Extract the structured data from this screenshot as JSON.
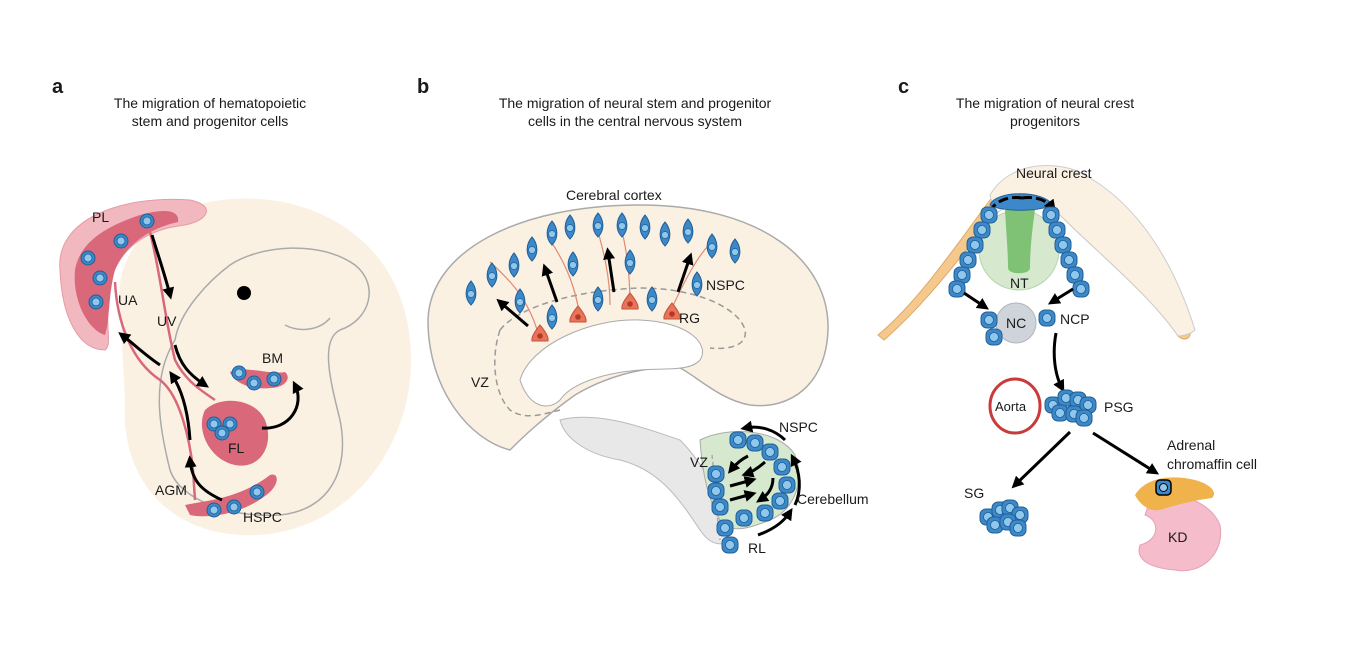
{
  "panels": [
    {
      "letter": "a",
      "title_line1": "The migration of hematopoietic",
      "title_line2": "stem and progenitor cells",
      "labels": {
        "pl": "PL",
        "ua": "UA",
        "uv": "UV",
        "bm": "BM",
        "fl": "FL",
        "agm": "AGM",
        "hspc": "HSPC"
      }
    },
    {
      "letter": "b",
      "title_line1": "The migration of neural stem and progenitor",
      "title_line2": "cells in the central nervous system",
      "labels": {
        "cortex": "Cerebral cortex",
        "nspc_top": "NSPC",
        "rg": "RG",
        "vz_top": "VZ",
        "nspc_bottom": "NSPC",
        "vz_bottom": "VZ",
        "cerebellum": "Cerebellum",
        "rl": "RL"
      }
    },
    {
      "letter": "c",
      "title_line1": "The migration of neural crest",
      "title_line2": "progenitors",
      "labels": {
        "neural_crest": "Neural crest",
        "nt": "NT",
        "nc": "NC",
        "ncp": "NCP",
        "aorta": "Aorta",
        "psg": "PSG",
        "adrenal_line1": "Adrenal",
        "adrenal_line2": "chromaffin cell",
        "sg": "SG",
        "kd": "KD"
      }
    }
  ],
  "colors": {
    "cell_blue": "#3d88c8",
    "cell_light": "#8fc8ec",
    "tissue_red": "#d9687a",
    "placenta_pink": "#f2b8bf",
    "embryo_bg": "#fbf1e3",
    "radial_glia": "#e8745a",
    "cerebellum_green": "#d6e9cf",
    "aorta_red": "#c93a3a",
    "adrenal_orange": "#f0b24a",
    "kidney_pink": "#f5bccb"
  }
}
